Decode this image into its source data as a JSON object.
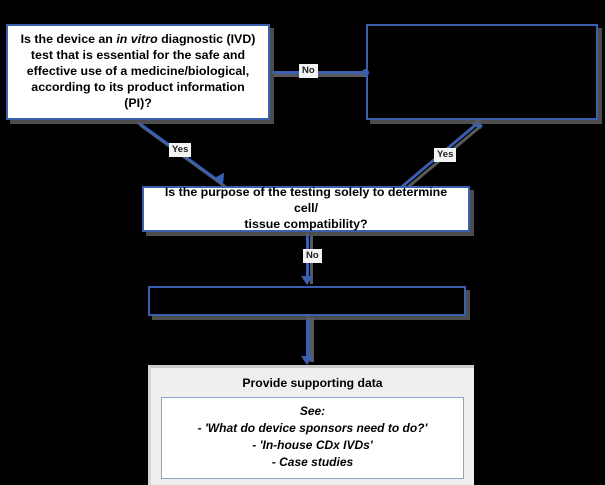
{
  "diagram": {
    "title": "IVD decision flowchart",
    "colors": {
      "connector_blue": "#3A5FAE",
      "shadow_gray": "#5A5A5A",
      "panel_gray": "#EFEFEF",
      "box_fill": "#FFFFFF",
      "background": "#000000"
    }
  },
  "nodes": {
    "ivd_question": {
      "text": "Is the device an in vitro diagnostic (IVD) test that is essential for the safe and effective use of a medicine/biological, according to its product information (PI)?",
      "line1_a": "Is the device an ",
      "line1_italic": "in vitro",
      "line1_b": " diagnostic (IVD)",
      "line2": "test that is essential for the safe and",
      "line3": "effective use of a medicine/biological,",
      "line4": "according to its product information (PI)?"
    },
    "empty_top_right": {
      "text": ""
    },
    "cell_tissue_question": {
      "line1": "Is the purpose of the testing solely to determine cell/",
      "line2": "tissue compatibility?"
    },
    "empty_middle": {
      "text": ""
    }
  },
  "edges": {
    "ivd_to_top_right": {
      "label": "No"
    },
    "ivd_to_cell_tissue": {
      "label": "Yes"
    },
    "cell_tissue_to_top_right": {
      "label": "Yes"
    },
    "cell_tissue_to_empty_middle": {
      "label": "No"
    }
  },
  "supporting_panel": {
    "title": "Provide supporting data",
    "lines": [
      "See:",
      "- 'What do device sponsors need to do?'",
      "- 'In-house CDx IVDs'",
      "- Case studies"
    ]
  }
}
